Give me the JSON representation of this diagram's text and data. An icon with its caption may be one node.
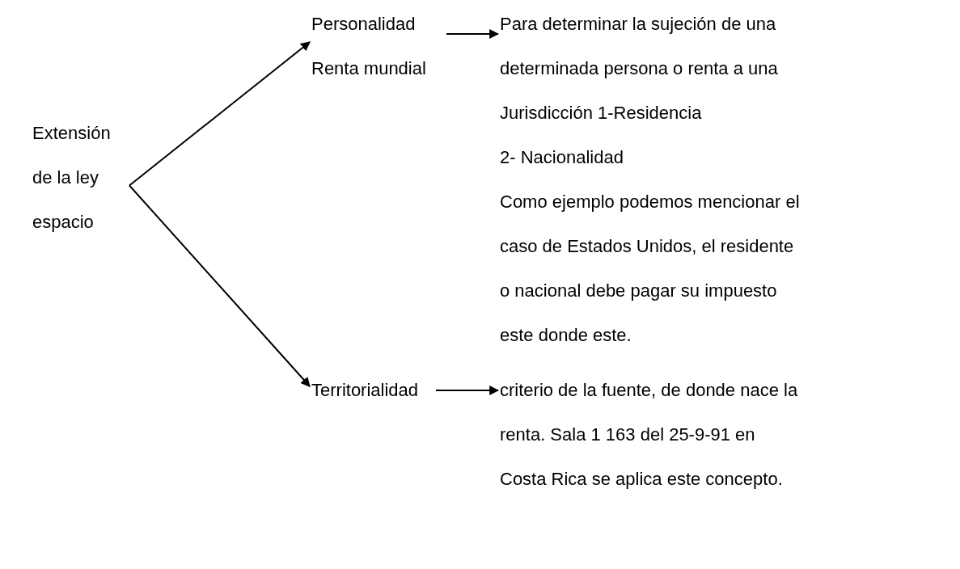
{
  "diagram": {
    "nodes": [
      {
        "text": [
          "Extensión de la ley espacio"
        ]
      },
      {
        "text": [
          "Personalidad Renta mundial"
        ]
      },
      {
        "text": [
          "Para determinar la sujeción de una determinada persona o renta a una Jurisdicción 1-Residencia",
          "2- Nacionalidad",
          "Como ejemplo podemos mencionar el caso de Estados Unidos, el residente o nacional debe pagar su impuesto este donde este."
        ]
      },
      {
        "text": [
          "Territorialidad"
        ]
      },
      {
        "text": [
          "criterio de la fuente, de donde nace la renta. Sala 1 163 del 25-9-91 en Costa Rica se aplica este concepto."
        ]
      }
    ],
    "edges": [
      {
        "from": 0,
        "to": 1,
        "arrow": "to"
      },
      {
        "from": 0,
        "to": 3,
        "arrow": "to"
      },
      {
        "from": 1,
        "to": 2,
        "arrow": "to"
      },
      {
        "from": 3,
        "to": 4,
        "arrow": "to"
      }
    ]
  }
}
